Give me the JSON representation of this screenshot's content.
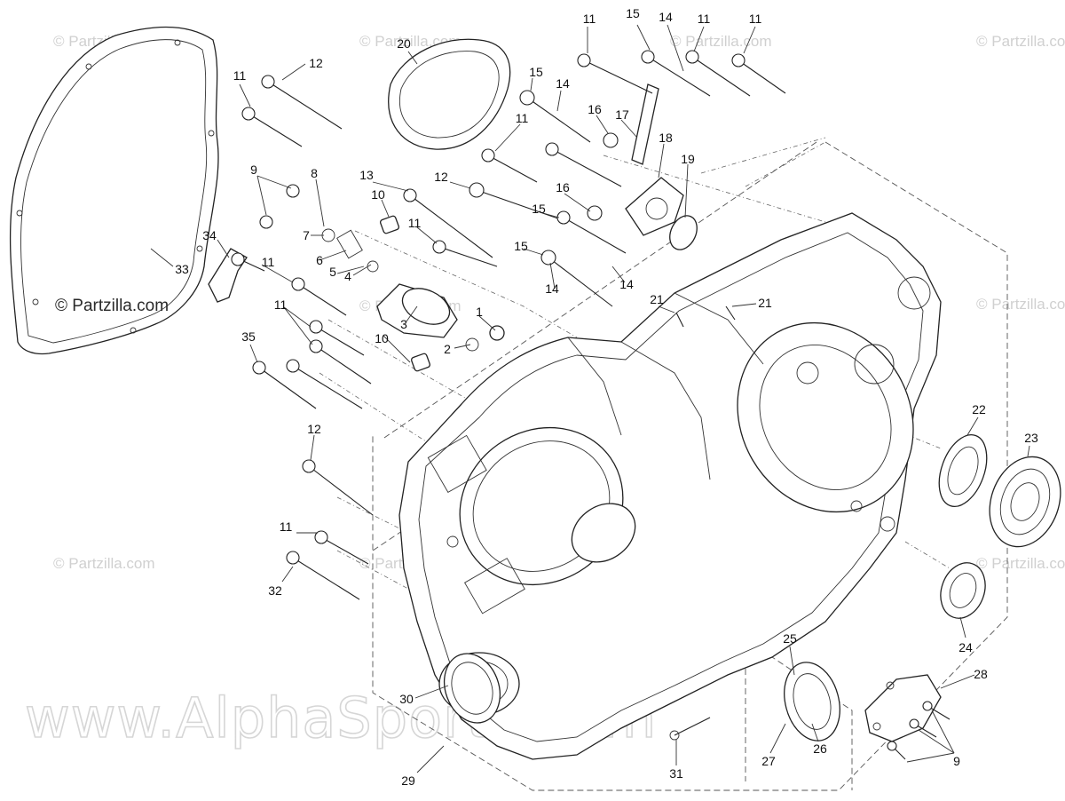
{
  "watermarks": {
    "small": "© Partzilla.com",
    "site": "www.AlphaSports.com"
  },
  "callouts": [
    {
      "id": "c11a",
      "text": "11"
    },
    {
      "id": "c15a",
      "text": "15"
    },
    {
      "id": "c14a",
      "text": "14"
    },
    {
      "id": "c11b",
      "text": "11"
    },
    {
      "id": "c11c",
      "text": "11"
    },
    {
      "id": "c20",
      "text": "20"
    },
    {
      "id": "c12a",
      "text": "12"
    },
    {
      "id": "c11d",
      "text": "11"
    },
    {
      "id": "c15b",
      "text": "15"
    },
    {
      "id": "c14b",
      "text": "14"
    },
    {
      "id": "c16a",
      "text": "16"
    },
    {
      "id": "c17",
      "text": "17"
    },
    {
      "id": "c11e",
      "text": "11"
    },
    {
      "id": "c18",
      "text": "18"
    },
    {
      "id": "c19",
      "text": "19"
    },
    {
      "id": "c9a",
      "text": "9"
    },
    {
      "id": "c8",
      "text": "8"
    },
    {
      "id": "c13",
      "text": "13"
    },
    {
      "id": "c12b",
      "text": "12"
    },
    {
      "id": "c10a",
      "text": "10"
    },
    {
      "id": "c16b",
      "text": "16"
    },
    {
      "id": "c15c",
      "text": "15"
    },
    {
      "id": "c11f",
      "text": "11"
    },
    {
      "id": "c34",
      "text": "34"
    },
    {
      "id": "c7",
      "text": "7"
    },
    {
      "id": "c6",
      "text": "6"
    },
    {
      "id": "c5",
      "text": "5"
    },
    {
      "id": "c4",
      "text": "4"
    },
    {
      "id": "c15d",
      "text": "15"
    },
    {
      "id": "c14c",
      "text": "14"
    },
    {
      "id": "c14d",
      "text": "14"
    },
    {
      "id": "c11g",
      "text": "11"
    },
    {
      "id": "c33",
      "text": "33"
    },
    {
      "id": "c21a",
      "text": "21"
    },
    {
      "id": "c21b",
      "text": "21"
    },
    {
      "id": "c11h",
      "text": "11"
    },
    {
      "id": "c3",
      "text": "3"
    },
    {
      "id": "c1",
      "text": "1"
    },
    {
      "id": "c10b",
      "text": "10"
    },
    {
      "id": "c2",
      "text": "2"
    },
    {
      "id": "c35",
      "text": "35"
    },
    {
      "id": "c12c",
      "text": "12"
    },
    {
      "id": "c22",
      "text": "22"
    },
    {
      "id": "c23",
      "text": "23"
    },
    {
      "id": "c11i",
      "text": "11"
    },
    {
      "id": "c32",
      "text": "32"
    },
    {
      "id": "c24",
      "text": "24"
    },
    {
      "id": "c25",
      "text": "25"
    },
    {
      "id": "c28",
      "text": "28"
    },
    {
      "id": "c30",
      "text": "30"
    },
    {
      "id": "c26",
      "text": "26"
    },
    {
      "id": "c27",
      "text": "27"
    },
    {
      "id": "c31",
      "text": "31"
    },
    {
      "id": "c9b",
      "text": "9"
    },
    {
      "id": "c29",
      "text": "29"
    }
  ]
}
